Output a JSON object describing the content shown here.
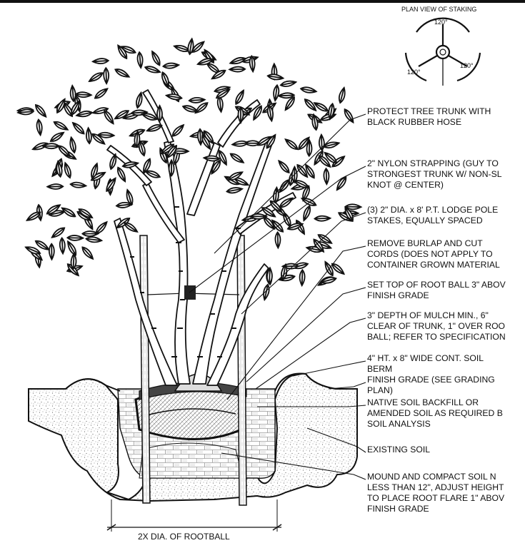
{
  "plan_view": {
    "title": "PLAN VIEW OF STAKING",
    "angle_top": "120°",
    "angle_left": "120°",
    "angle_right": "120°"
  },
  "callouts": [
    {
      "lines": [
        "PROTECT TREE TRUNK WITH",
        "BLACK RUBBER HOSE"
      ]
    },
    {
      "lines": [
        "2\" NYLON STRAPPING (GUY TO",
        "STRONGEST TRUNK W/ NON-SL",
        "KNOT @ CENTER)"
      ]
    },
    {
      "lines": [
        "(3) 2\" DIA. x 8' P.T. LODGE POLE",
        "STAKES, EQUALLY SPACED"
      ]
    },
    {
      "lines": [
        "REMOVE BURLAP AND CUT",
        "CORDS (DOES NOT APPLY TO",
        "CONTAINER GROWN MATERIAL"
      ]
    },
    {
      "lines": [
        "SET TOP OF ROOT BALL 3\" ABOV",
        "FINISH GRADE"
      ]
    },
    {
      "lines": [
        "3\" DEPTH OF MULCH MIN., 6\"",
        "CLEAR OF TRUNK, 1\" OVER ROO",
        "BALL; REFER TO SPECIFICATION"
      ]
    },
    {
      "lines": [
        "4\" HT. x 8\" WIDE CONT. SOIL",
        "BERM"
      ]
    },
    {
      "lines": [
        "FINISH GRADE (SEE GRADING",
        "PLAN)"
      ]
    },
    {
      "lines": [
        "NATIVE SOIL BACKFILL OR",
        "AMENDED SOIL AS REQUIRED B",
        "SOIL ANALYSIS"
      ]
    },
    {
      "lines": [
        "EXISTING SOIL"
      ]
    },
    {
      "lines": [
        "MOUND AND COMPACT SOIL N",
        "LESS THAN 12\", ADJUST HEIGHT",
        "TO PLACE ROOT FLARE 1\" ABOV",
        "FINISH GRADE"
      ]
    }
  ],
  "dimension": {
    "label": "2X DIA. OF ROOTBALL"
  }
}
